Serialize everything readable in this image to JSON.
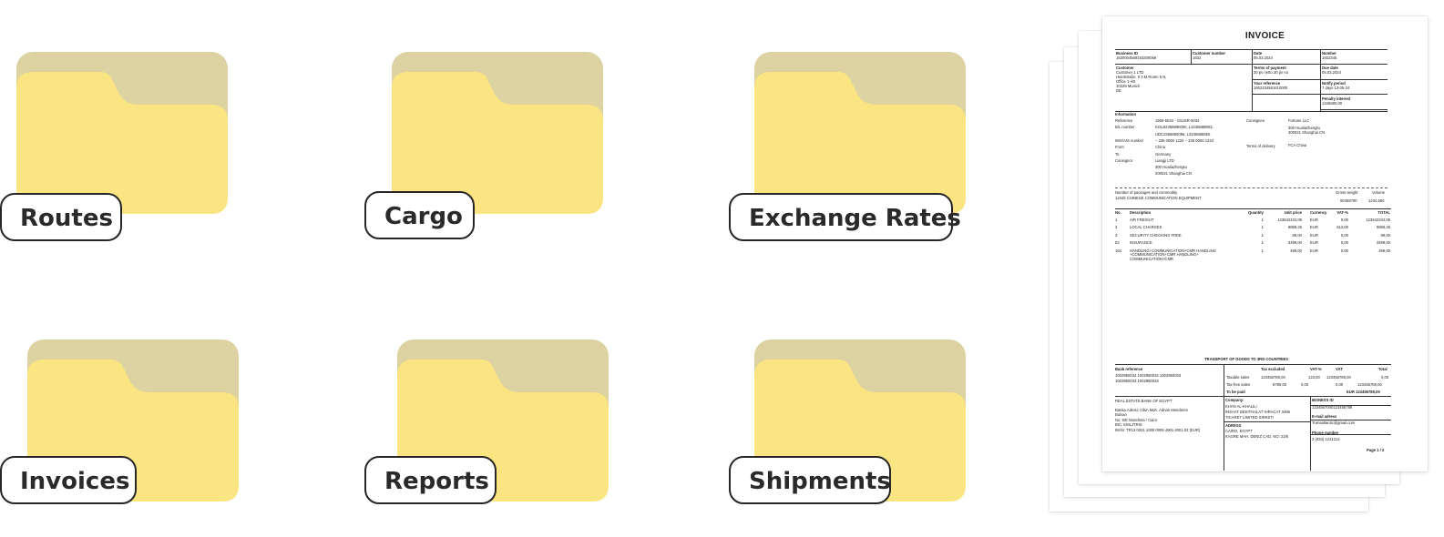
{
  "folders": [
    {
      "label": "Routes"
    },
    {
      "label": "Cargo"
    },
    {
      "label": "Exchange Rates"
    },
    {
      "label": "Invoices"
    },
    {
      "label": "Reports"
    },
    {
      "label": "Shipments"
    }
  ],
  "colors": {
    "folder_front": "#fbe482",
    "folder_back": "#dcd2a2",
    "label_border": "#262626"
  },
  "invoice": {
    "title": "INVOICE",
    "business_id_label": "Business ID",
    "business_id": "1630004569163200069",
    "customer_number_label": "Customer number",
    "customer_number": "1632",
    "date_label": "Date",
    "date": "05.03.2024",
    "number_label": "Number",
    "number": "1822345",
    "customer_label": "Customer",
    "customer_lines": [
      "Customer 1 LTD",
      "Heinlstraße, 0 3 M Room 6 N,",
      "Office 1–k0",
      "10229 Munich",
      "DE"
    ],
    "terms_label": "Terms of payment",
    "terms": "30 pv netto 30 pv no",
    "due_label": "Due date",
    "due": "05.03.2024",
    "your_ref_label": "Your reference",
    "your_ref": "1602234561610000",
    "notify_label": "Notify period",
    "notify": "7 days 13-05-24",
    "penalty_label": "Penalty interest",
    "penalty": "1345680,00",
    "information_label": "Information",
    "info_rows": [
      {
        "k": "Reference",
        "v": "1559-5034 - 1SUSR-5034"
      },
      {
        "k": "B/L number",
        "v": "KOLB2356890000, L3235688803,"
      },
      {
        "k": "",
        "v": "UDC2356860055, L3235686550"
      },
      {
        "k": "IMO/AIS number",
        "v": "– 235 0000 1234 – 235 0000 1234"
      },
      {
        "k": "From",
        "v": "China"
      },
      {
        "k": "To",
        "v": "Germany"
      },
      {
        "k": "Consignor",
        "v": "Liangji LTD"
      },
      {
        "k": "",
        "v": "300 Hualiazhengtu"
      },
      {
        "k": "",
        "v": "200021 Shanghai CN"
      }
    ],
    "consignee_label": "Consignee",
    "consignee_lines": [
      "Fortune LLC",
      "300 Hualiazhengtu",
      "200021 Shanghai CN"
    ],
    "terms_delivery_label": "Terms of delivery",
    "terms_delivery": "FCA China",
    "packages_label": "Number of packages and commodity",
    "packages": "12345 CHINESE COMMUNICATION EQUIPMENT",
    "gross_label": "Gross weight",
    "gross": "90456780",
    "volume_label": "Volume",
    "volume": "1234,560",
    "table_headers": [
      "No.",
      "Description",
      "Quantity",
      "Unit price",
      "Currency",
      "VAT-%",
      "TOTAL"
    ],
    "table_rows": [
      {
        "no": "1",
        "desc": "AIR FREIGHT",
        "qty": "1",
        "unit": "123642234,09",
        "cur": "EUR",
        "vat": "0,00",
        "total": "123642234,09"
      },
      {
        "no": "2",
        "desc": "LOCAL CHARGES",
        "qty": "1",
        "unit": "9886,26",
        "cur": "EUR",
        "vat": "612,00",
        "total": "9886,26"
      },
      {
        "no": "3",
        "desc": "SECURITY CHECKING FREE",
        "qty": "1",
        "unit": "99,00",
        "cur": "EUR",
        "vat": "0,00",
        "total": "99,00"
      },
      {
        "no": "52",
        "desc": "INSURANCE",
        "qty": "1",
        "unit": "3499,00",
        "cur": "EUR",
        "vat": "0,00",
        "total": "3499,00"
      },
      {
        "no": "164",
        "desc": "HANDLING+COMMUNICATION+CMR HANDLING",
        "qty": "1",
        "unit": "499,00",
        "cur": "EUR",
        "vat": "0,00",
        "total": "499,00"
      }
    ],
    "row5_extra": [
      "+COMMUNICATION+CMR HANDLING+",
      "COMMUNICATION+CMR"
    ],
    "transport_title": "TRANSPORT OF GOODS TO 3RD COUNTRIES",
    "bank_ref_label": "Bank reference",
    "bank_ref_lines": [
      "1002950033 1002950032 1002950033",
      "1002950033 1002950033"
    ],
    "tax_headers": [
      "Tax excluded",
      "VAT-%",
      "VAT",
      "Total"
    ],
    "taxable_label": "Taxable sales",
    "taxable": [
      "123456789,00",
      "123,00",
      "123456789,00",
      "0,00"
    ],
    "taxfree_label": "Tax-free sales",
    "taxfree": [
      "8789,00",
      "0,00",
      "0,00",
      "123456789,00"
    ],
    "to_be_paid_label": "To be paid",
    "to_be_paid": "EUR 123456789,00",
    "bank_name": "REAL ESTATE BANK OF EGYPT",
    "bank_lines": [
      "Banka Adresi: Cibin Mah. Adnan Menderes",
      "Bulvarı",
      "No: 6/E Murefnsa / Cairo",
      "BIC: EMLJTRIS",
      "IBAN: TR13 0021 1000 0006 4901 4001 02 (EUR)"
    ],
    "company_label": "Company:",
    "company_lines": [
      "KHAN AL-KHALILI",
      "INSAAT DEKITHALAT IHRACAT 3496",
      "TICARET LIMITED SIRKETI"
    ],
    "address_label": "ADRESS",
    "address_lines": [
      "CAIRO, EGYPT",
      "KAGRE MAH. DENIZ CAD. NO: 23/6"
    ],
    "business_id2_label": "BISNESS ID",
    "business_id2": "1234567000123456789",
    "email_label": "E-mail adress",
    "email": "Transatlantic@gmail.com",
    "phone_label": "Phone number",
    "phone": "3 (034) 1231212",
    "page": "Page 1 / 2"
  }
}
